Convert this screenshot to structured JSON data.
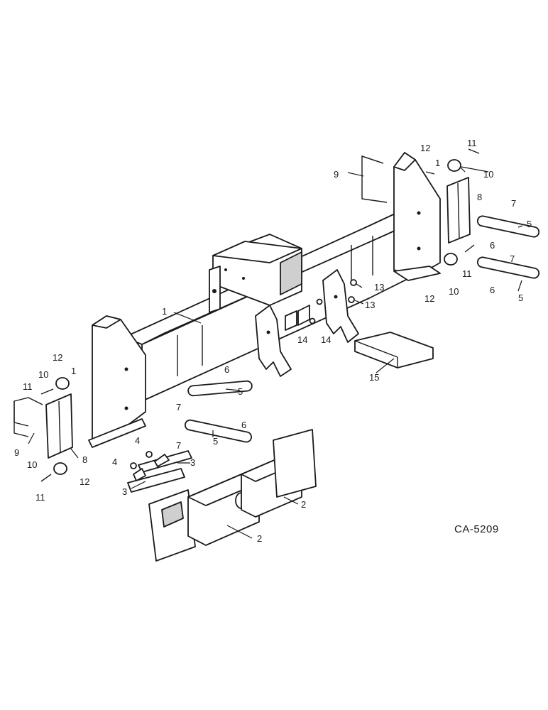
{
  "drawing_code": "CA-5209",
  "callouts": [
    {
      "id": "c-1a",
      "text": "1"
    },
    {
      "id": "c-1b",
      "text": "1"
    },
    {
      "id": "c-1c",
      "text": "1"
    },
    {
      "id": "c-2a",
      "text": "2"
    },
    {
      "id": "c-2b",
      "text": "2"
    },
    {
      "id": "c-3a",
      "text": "3"
    },
    {
      "id": "c-3b",
      "text": "3"
    },
    {
      "id": "c-4a",
      "text": "4"
    },
    {
      "id": "c-4b",
      "text": "4"
    },
    {
      "id": "c-5a",
      "text": "5"
    },
    {
      "id": "c-5b",
      "text": "5"
    },
    {
      "id": "c-5c",
      "text": "5"
    },
    {
      "id": "c-5d",
      "text": "5"
    },
    {
      "id": "c-6a",
      "text": "6"
    },
    {
      "id": "c-6b",
      "text": "6"
    },
    {
      "id": "c-6c",
      "text": "6"
    },
    {
      "id": "c-6d",
      "text": "6"
    },
    {
      "id": "c-7a",
      "text": "7"
    },
    {
      "id": "c-7b",
      "text": "7"
    },
    {
      "id": "c-7c",
      "text": "7"
    },
    {
      "id": "c-7d",
      "text": "7"
    },
    {
      "id": "c-8a",
      "text": "8"
    },
    {
      "id": "c-8b",
      "text": "8"
    },
    {
      "id": "c-9a",
      "text": "9"
    },
    {
      "id": "c-9b",
      "text": "9"
    },
    {
      "id": "c-10a",
      "text": "10"
    },
    {
      "id": "c-10b",
      "text": "10"
    },
    {
      "id": "c-10c",
      "text": "10"
    },
    {
      "id": "c-10d",
      "text": "10"
    },
    {
      "id": "c-11a",
      "text": "11"
    },
    {
      "id": "c-11b",
      "text": "11"
    },
    {
      "id": "c-11c",
      "text": "11"
    },
    {
      "id": "c-11d",
      "text": "11"
    },
    {
      "id": "c-12a",
      "text": "12"
    },
    {
      "id": "c-12b",
      "text": "12"
    },
    {
      "id": "c-12c",
      "text": "12"
    },
    {
      "id": "c-12d",
      "text": "12"
    },
    {
      "id": "c-13a",
      "text": "13"
    },
    {
      "id": "c-13b",
      "text": "13"
    },
    {
      "id": "c-14a",
      "text": "14"
    },
    {
      "id": "c-14b",
      "text": "14"
    },
    {
      "id": "c-15",
      "text": "15"
    }
  ]
}
